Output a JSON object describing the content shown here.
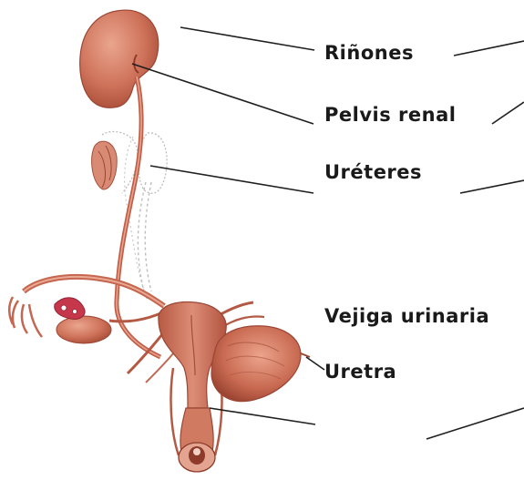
{
  "labels": {
    "kidneys": "Riñones",
    "renal_pelvis": "Pelvis renal",
    "ureters": "Uréteres",
    "bladder": "Vejiga urinaria",
    "urethra": "Uretra"
  },
  "colors": {
    "organ_fill": "#c9705a",
    "organ_dark": "#8e3b2c",
    "organ_light": "#e6a48f",
    "outline": "#9a9a9a",
    "leader_line": "#1f1f1f",
    "text": "#1a1a1a"
  }
}
